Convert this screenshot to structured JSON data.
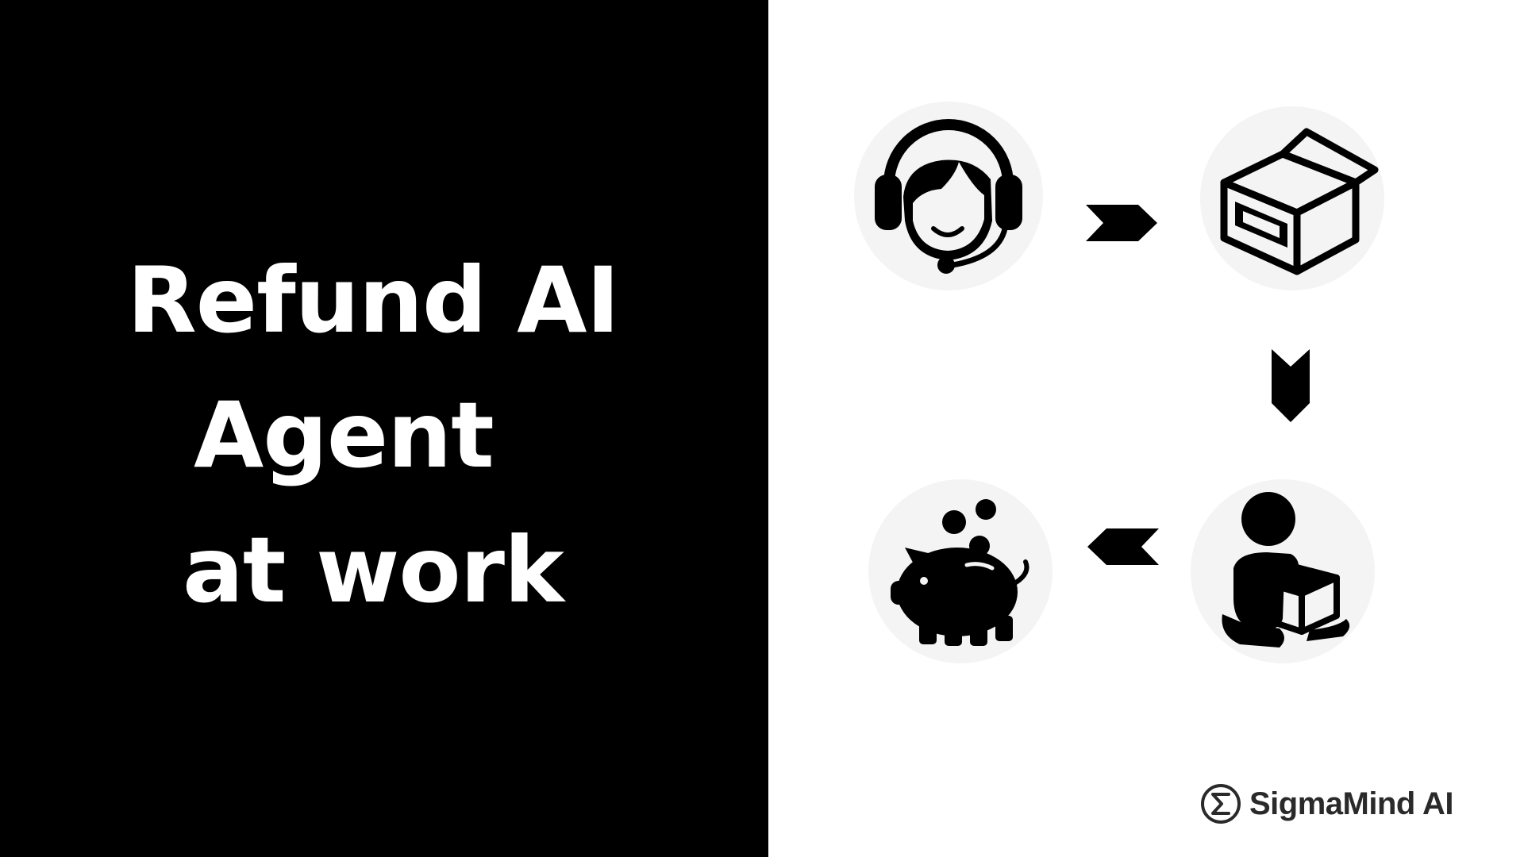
{
  "title": {
    "line1": "Refund AI",
    "line2": "Agent",
    "line3": "at work"
  },
  "flow": {
    "steps": [
      {
        "icon": "customer-support-headset-icon"
      },
      {
        "icon": "open-package-box-icon"
      },
      {
        "icon": "person-holding-package-icon"
      },
      {
        "icon": "piggy-bank-coins-icon"
      }
    ],
    "connectors": [
      {
        "icon": "arrow-right-icon"
      },
      {
        "icon": "arrow-down-icon"
      },
      {
        "icon": "arrow-left-icon"
      }
    ]
  },
  "brand": {
    "name": "SigmaMind AI",
    "logo_icon": "sigma-circle-logo-icon"
  },
  "colors": {
    "left_background": "#000000",
    "right_background": "#ffffff",
    "title_text": "#ffffff",
    "icon_fill": "#000000",
    "icon_circle": "#f4f4f4",
    "brand_text": "#2a2a2a"
  }
}
